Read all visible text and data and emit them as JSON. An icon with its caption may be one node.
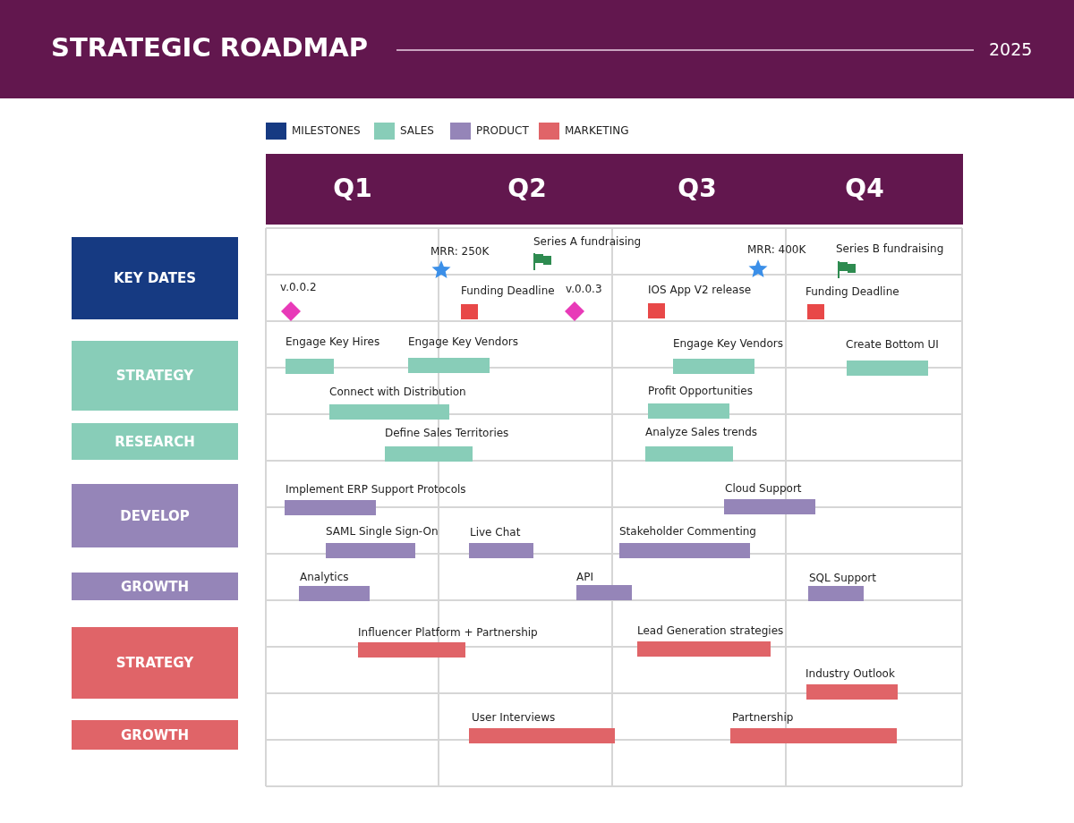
{
  "diagram": {
    "title": "STRATEGIC ROADMAP",
    "nodes": [
      {
        "text": [
          "KEY DATES"
        ]
      },
      {
        "text": [],
        "shape": "diamond",
        "beside": [
          "v.0.0.2"
        ]
      },
      {
        "text": [],
        "shape": "star",
        "beside": [
          "MRR: 250K"
        ]
      },
      {
        "text": [],
        "shape": "flag",
        "beside": [
          "Series A fundraising"
        ]
      },
      {
        "text": [],
        "shape": "box",
        "beside": [
          "Funding Deadline"
        ]
      },
      {
        "text": [],
        "shape": "diamond",
        "beside": [
          "v.0.0.3"
        ]
      },
      {
        "text": [],
        "shape": "box",
        "beside": [
          "IOS App V2 release"
        ]
      },
      {
        "text": [],
        "shape": "star",
        "beside": [
          "MRR: 400K"
        ]
      },
      {
        "text": [],
        "shape": "flag",
        "beside": [
          "Series B fundraising"
        ]
      },
      {
        "text": [],
        "shape": "box",
        "beside": [
          "Funding Deadline"
        ]
      },
      {
        "text": [
          "STRATEGY"
        ]
      },
      {
        "text": [],
        "shape": "bar",
        "beside": [
          "Engage Key Hires"
        ]
      },
      {
        "text": [],
        "shape": "bar",
        "beside": [
          "Engage Key Vendors"
        ]
      },
      {
        "text": [],
        "shape": "bar",
        "beside": [
          "Engage Key Vendors"
        ]
      },
      {
        "text": [],
        "shape": "bar",
        "beside": [
          "Create Bottom UI"
        ]
      },
      {
        "text": [],
        "shape": "bar",
        "beside": [
          "Connect with Distribution"
        ]
      },
      {
        "text": [],
        "shape": "bar",
        "beside": [
          "Profit Opportunities"
        ]
      },
      {
        "text": [
          "RESEARCH"
        ]
      },
      {
        "text": [],
        "shape": "bar",
        "beside": [
          "Define Sales Territories"
        ]
      },
      {
        "text": [],
        "shape": "bar",
        "beside": [
          "Analyze Sales trends"
        ]
      },
      {
        "text": [
          "DEVELOP"
        ]
      },
      {
        "text": [],
        "shape": "bar",
        "beside": [
          "Implement ERP Support Protocols"
        ]
      },
      {
        "text": [],
        "shape": "bar",
        "beside": [
          "Cloud Support"
        ]
      },
      {
        "text": [],
        "shape": "bar",
        "beside": [
          "SAML Single Sign-On"
        ]
      },
      {
        "text": [],
        "shape": "bar",
        "beside": [
          "Live Chat"
        ]
      },
      {
        "text": [],
        "shape": "bar",
        "beside": [
          "Stakeholder Commenting"
        ]
      },
      {
        "text": [
          "GROWTH"
        ]
      },
      {
        "text": [],
        "shape": "bar",
        "beside": [
          "Analytics"
        ]
      },
      {
        "text": [],
        "shape": "bar",
        "beside": [
          "API"
        ]
      },
      {
        "text": [],
        "shape": "bar",
        "beside": [
          "SQL Support"
        ]
      },
      {
        "text": [
          "STRATEGY"
        ]
      },
      {
        "text": [],
        "shape": "bar",
        "beside": [
          "Influencer Platform + Partnership"
        ]
      },
      {
        "text": [],
        "shape": "bar",
        "beside": [
          "Lead Generation strategies"
        ]
      },
      {
        "text": [],
        "shape": "bar",
        "beside": [
          "Industry Outlook"
        ]
      },
      {
        "text": [
          "GROWTH"
        ]
      },
      {
        "text": [],
        "shape": "bar",
        "beside": [
          "User Interviews"
        ]
      },
      {
        "text": [],
        "shape": "bar",
        "beside": [
          "Partnership"
        ]
      }
    ],
    "labels": [
      "2025",
      "Q1",
      "Q2",
      "Q3",
      "Q4"
    ],
    "legend": [
      {
        "text": "MILESTONES",
        "color": "#163a82"
      },
      {
        "text": "SALES",
        "color": "#88cdb8"
      },
      {
        "text": "PRODUCT",
        "color": "#9585b8"
      },
      {
        "text": "MARKETING",
        "color": "#e06468"
      }
    ]
  }
}
